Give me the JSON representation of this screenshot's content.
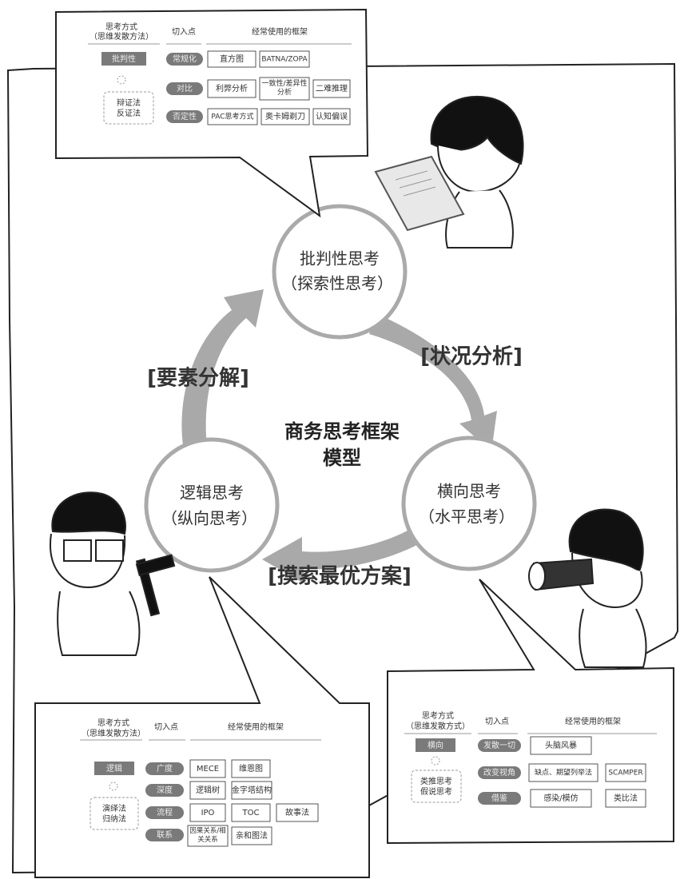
{
  "center_title": [
    "商务思考框架",
    "模型"
  ],
  "nodes": {
    "critical": [
      "批判性思考",
      "（探索性思考）"
    ],
    "logical": [
      "逻辑思考",
      "（纵向思考）"
    ],
    "lateral": [
      "横向思考",
      "（水平思考）"
    ]
  },
  "arrow_labels": {
    "situation": "[状况分析]",
    "decompose": "[要素分解]",
    "optimize": "[摸索最优方案]"
  },
  "tables": {
    "top": {
      "header": {
        "mode": [
          "思考方式",
          "（思维发散方法）"
        ],
        "entry": "切入点",
        "frameworks": "经常使用的框架"
      },
      "mode_pill": "批判性",
      "method": [
        "辩证法",
        "反证法"
      ],
      "rows": [
        {
          "entry": "常规化",
          "cells": [
            "直方图",
            "BATNA/ZOPA"
          ]
        },
        {
          "entry": "对比",
          "cells": [
            "利弊分析",
            "一致性/差异性分析",
            "二难推理"
          ]
        },
        {
          "entry": "否定性",
          "cells": [
            "PAC思考方式",
            "奥卡姆剃刀",
            "认知偏误"
          ]
        }
      ]
    },
    "left": {
      "header": {
        "mode": [
          "思考方式",
          "（思维发散方法）"
        ],
        "entry": "切入点",
        "frameworks": "经常使用的框架"
      },
      "mode_pill": "逻辑",
      "method": [
        "演绎法",
        "归纳法"
      ],
      "rows": [
        {
          "entry": "广度",
          "cells": [
            "MECE",
            "维恩图"
          ]
        },
        {
          "entry": "深度",
          "cells": [
            "逻辑树",
            "金字塔结构"
          ]
        },
        {
          "entry": "流程",
          "cells": [
            "IPO",
            "TOC",
            "故事法"
          ]
        },
        {
          "entry": "联系",
          "cells": [
            "因果关系/相关关系",
            "亲和图法"
          ]
        }
      ]
    },
    "right": {
      "header": {
        "mode": [
          "思考方式",
          "（思维发散方式）"
        ],
        "entry": "切入点",
        "frameworks": "经常使用的框架"
      },
      "mode_pill": "横向",
      "method": [
        "类推思考",
        "假说思考"
      ],
      "rows": [
        {
          "entry": "发散一切",
          "cells": [
            "头脑风暴"
          ]
        },
        {
          "entry": "改变视角",
          "cells": [
            "缺点、期望列举法",
            "SCAMPER"
          ]
        },
        {
          "entry": "借鉴",
          "cells": [
            "感染/模仿",
            "类比法"
          ]
        }
      ]
    }
  }
}
